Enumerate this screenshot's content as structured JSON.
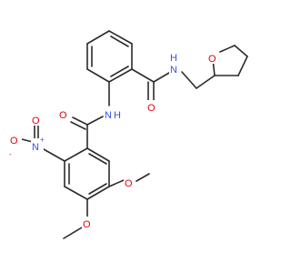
{
  "colors": {
    "bond": "#2b2b2b",
    "oxygen": "#e8000b",
    "nitrogen": "#3050f8",
    "carbon": "#2b2b2b"
  },
  "atoms": {
    "amide_o_top": "O",
    "amide_nh_n": "N",
    "amide_nh_h": "H",
    "thf_o": "O",
    "amide_o_left": "O",
    "amide2_n": "N",
    "amide2_h": "H",
    "nitro_n": "N",
    "nitro_plus": "+",
    "nitro_o_left": "O",
    "nitro_o_minus": "-",
    "nitro_o_bottom": "O",
    "methoxy_o_right": "O",
    "methoxy_o_bottom": "O"
  }
}
